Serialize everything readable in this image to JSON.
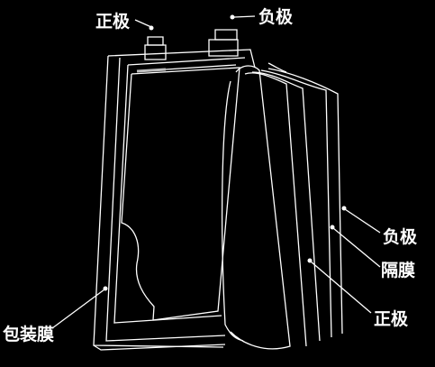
{
  "labels": {
    "positive_tab": "正极",
    "negative_tab": "负极",
    "negative_layer": "负极",
    "separator_layer": "隔膜",
    "positive_layer": "正极",
    "packaging_film": "包装膜"
  },
  "colors": {
    "background": "#000000",
    "line": "#ffffff",
    "accent": "#bfbfbf"
  }
}
